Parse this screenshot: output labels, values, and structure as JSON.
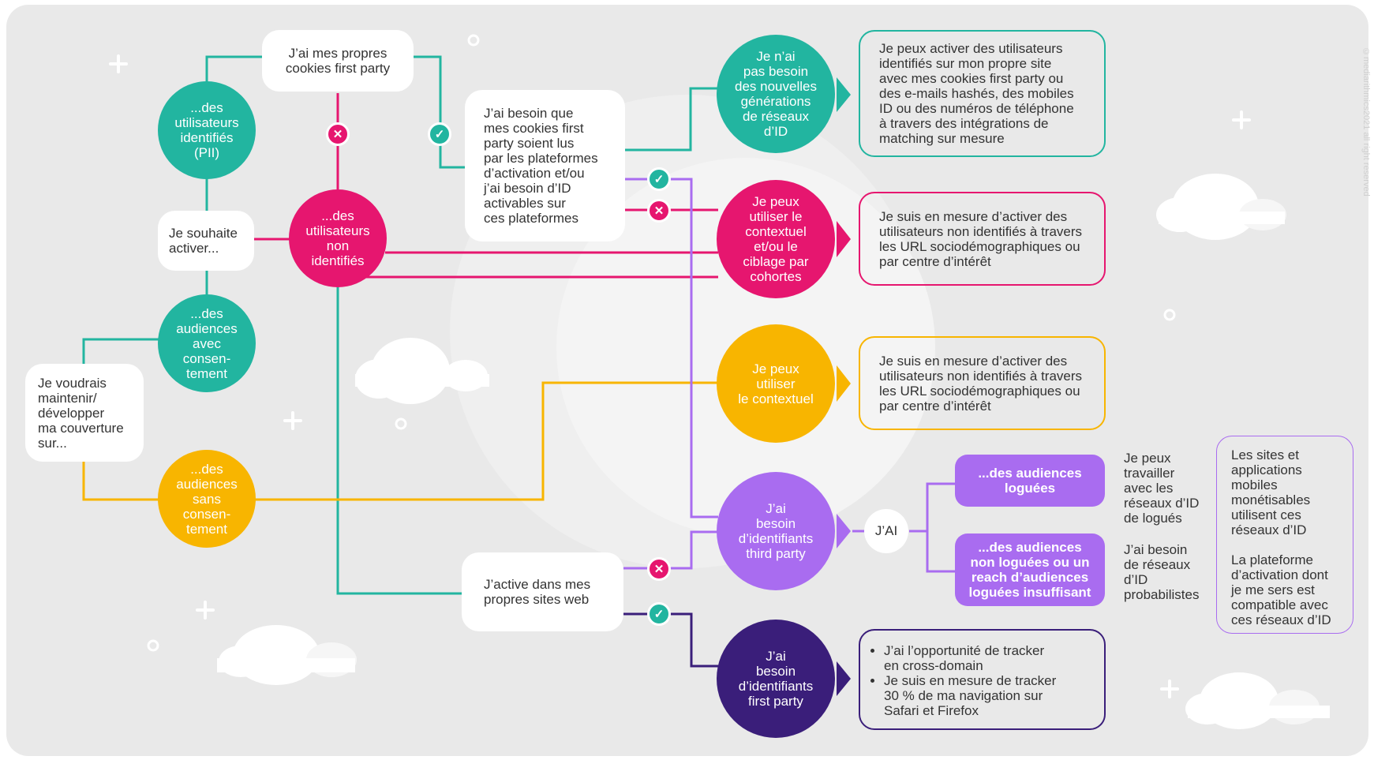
{
  "colors": {
    "teal": "#22b5a0",
    "pink": "#e6166f",
    "yellow": "#f8b500",
    "purple": "#a96cf0",
    "dark_purple": "#3a1e7a",
    "background": "#e9e9e9"
  },
  "start": {
    "text": "Je voudrais\nmaintenir/\ndévelopper\nma couverture\nsur..."
  },
  "activate": {
    "text": "Je souhaite\nactiver..."
  },
  "first_party_cookies": {
    "text": "J’ai mes propres\ncookies first party"
  },
  "need_read": {
    "text": "J’ai besoin que\nmes cookies first\nparty soient lus\npar les plateformes\nd’activation et/ou\nj’ai besoin d’ID\nactivables sur\nces plateformes"
  },
  "own_sites": {
    "text": "J’active dans mes\npropres sites web"
  },
  "nodes": {
    "identified": "...des\nutilisateurs\nidentifiés\n(PII)",
    "unidentified": "...des\nutilisateurs\nnon\nidentifiés",
    "consent": "...des\naudiences\navec\nconsen-\ntement",
    "no_consent": "...des\naudiences\nsans\nconsen-\ntement"
  },
  "outcomes": {
    "no_need": "Je n’ai\npas besoin\ndes nouvelles\ngénérations\nde réseaux\nd’ID",
    "contextual_cohorts": "Je peux\nutiliser le\ncontextuel\net/ou le\nciblage par\ncohortes",
    "contextual": "Je peux\nutiliser\nle contextuel",
    "third_party": "J’ai\nbesoin\nd’identifiants\nthird party",
    "first_party": "J’ai\nbesoin\nd’identifiants\nfirst party"
  },
  "details": {
    "no_need": "Je peux activer des utilisateurs\nidentifiés sur mon propre site\navec mes cookies first party ou\ndes e-mails hashés, des mobiles\nID ou des numéros de téléphone\nà travers des intégrations de\nmatching sur mesure",
    "contextual_cohorts": "Je suis en mesure d’activer des\nutilisateurs non identifiés à travers\nles URL sociodémographiques ou\npar centre d’intérêt",
    "contextual": "Je suis en mesure d’activer des\nutilisateurs non identifiés à travers\nles URL sociodémographiques ou\npar centre d’intérêt",
    "first_party_items": [
      "J’ai l’opportunité de tracker\nen cross-domain",
      "Je suis en mesure de tracker\n30 % de ma navigation sur\nSafari et Firefox"
    ]
  },
  "jai": "J’AI",
  "audiences": {
    "logged": "...des audiences\nloguées",
    "not_logged": "...des audiences\nnon loguées ou un\nreach d’audiences\nloguées insuffisant"
  },
  "audience_results": {
    "logged": "Je peux\ntravailler\navec les\nréseaux d’ID\nde logués",
    "not_logged": "J’ai besoin\nde réseaux\nd’ID\nprobabilistes"
  },
  "side_note": "Les sites et\napplications\nmobiles\nmonétisables\nutilisent ces\nréseaux d’ID\n\nLa plateforme\nd’activation dont\nje me sers est\ncompatible avec\nces réseaux d’ID",
  "copyright": "©mediarithmics2021 all right reserved"
}
